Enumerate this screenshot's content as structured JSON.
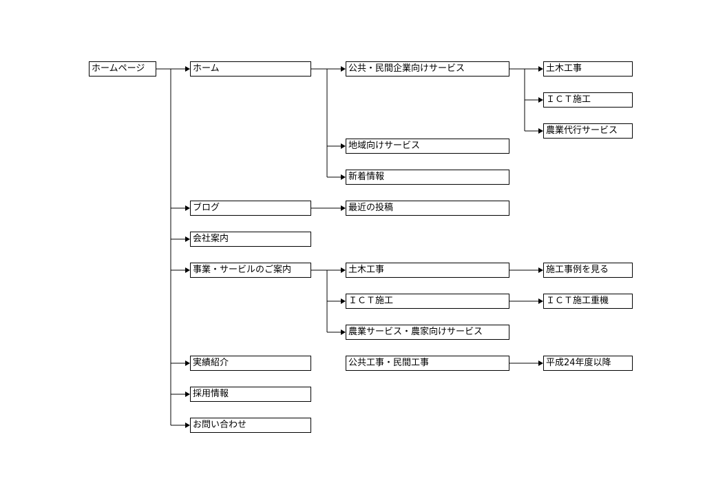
{
  "nodes": {
    "homepage": "ホームページ",
    "home": "ホーム",
    "blog": "ブログ",
    "company": "会社案内",
    "services": "事業・サービルのご案内",
    "results": "実績紹介",
    "recruit": "採用情報",
    "contact": "お問い合わせ",
    "public_private": "公共・民間企業向けサービス",
    "regional": "地域向けサービス",
    "news": "新着情報",
    "latest_posts": "最近の投稿",
    "civil_eng_2": "土木工事",
    "ict_2": "ＩＣＴ施工",
    "agri_service": "農業サービス・農家向けサービス",
    "public_works": "公共工事・民間工事",
    "civil_eng": "土木工事",
    "ict": "ＩＣＴ施工",
    "agri_proxy": "農業代行サービス",
    "see_cases": "施工事例を見る",
    "ict_machines": "ＩＣＴ施工重機",
    "since_h24": "平成24年度以降"
  }
}
